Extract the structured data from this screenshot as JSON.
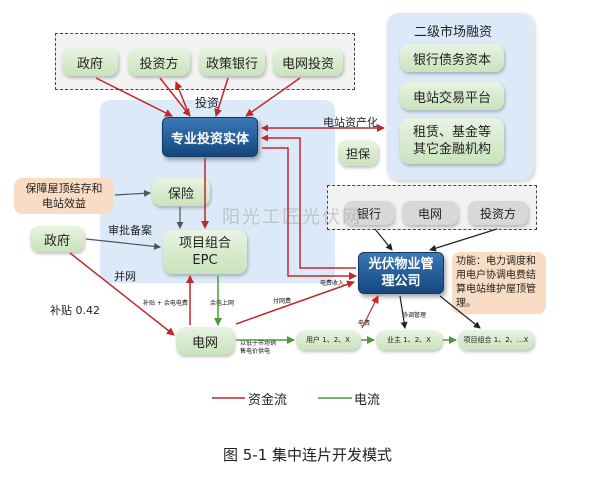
{
  "nodes": {
    "gov_top": "政府",
    "investor_top": "投资方",
    "policy_bank": "政策银行",
    "grid_invest": "电网投资",
    "investment_entity": "专业投资实体",
    "secondary_market_title": "二级市场融资",
    "bank_bond": "银行债务资本",
    "station_trading": "电站交易平台",
    "leasing_fund": "租赁、基金等\n其它金融机构",
    "roof_guarantee": "保障屋顶结存和\n电站效益",
    "insurance": "保险",
    "gov_left": "政府",
    "project_epc": "项目组合\nEPC",
    "property_company": "光伏物业管\n理公司",
    "bank_mid": "银行",
    "grid_mid": "电网",
    "investor_mid": "投资方",
    "grid_bottom": "电网",
    "users": "用户 1、2、X",
    "enterprises": "业主 1、2、X",
    "projects": "项目组合 1、2、…X"
  },
  "labels": {
    "invest": "投资",
    "securitization": "电站资产化",
    "guarantee": "担保",
    "approval": "审批备案",
    "grid_connect": "并网",
    "subsidy": "补贴 0.42",
    "subsidy_surplus": "补贴 + 余电电费",
    "surplus_online": "余电上网",
    "pay_fee": "付网费",
    "elec_income": "电费收入",
    "elec_fee": "电费",
    "coord": "协调管理",
    "market_price": "以低于市场销\n售电价供电",
    "function_note": "功能：电力调度和\n用电户协调电费结\n算电站维护屋顶管理。",
    "watermark": "阳光工匠光伏网"
  },
  "legend": {
    "money_flow": "资金流",
    "power_flow": "电流"
  },
  "caption": "图 5-1 集中连片开发模式",
  "colors": {
    "money": "#c0282a",
    "power": "#4a9a3c",
    "navy": "#1c4f8a",
    "light_blue": "#dbe9f8",
    "green_box": "#cfe6c2"
  }
}
